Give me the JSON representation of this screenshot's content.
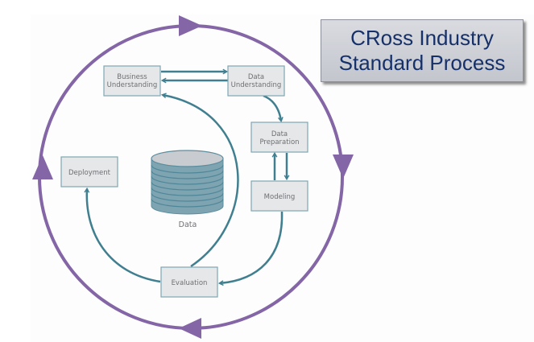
{
  "title": {
    "line1": "CRoss Industry",
    "line2": "Standard Process"
  },
  "phases": {
    "business_understanding": [
      "Business",
      "Understanding"
    ],
    "data_understanding": [
      "Data",
      "Understanding"
    ],
    "data_preparation": [
      "Data",
      "Preparation"
    ],
    "modeling": "Modeling",
    "evaluation": "Evaluation",
    "deployment": "Deployment"
  },
  "data_store": {
    "label": "Data"
  },
  "colors": {
    "outer_cycle": "#8466a6",
    "inner_arrows": "#3f7f8f",
    "box_fill": "#e6e7e9",
    "box_border": "#7ea7b3",
    "title_text": "#16306a"
  }
}
